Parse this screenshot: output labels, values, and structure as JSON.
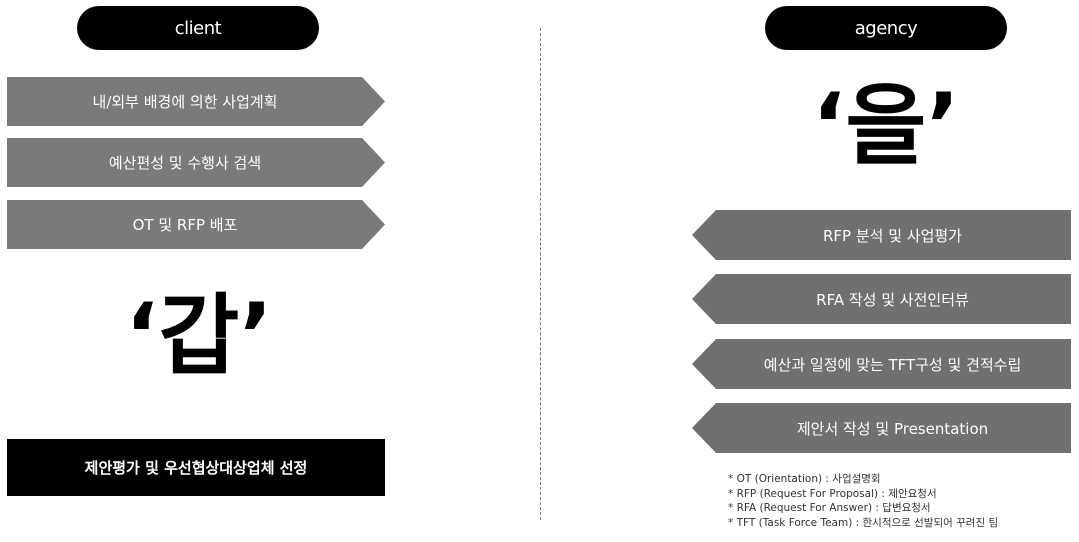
{
  "client": {
    "pill_label": "client",
    "arrows": [
      {
        "label": "내/외부 배경에 의한 사업계획"
      },
      {
        "label": "예산편성 및 수행사 검색"
      },
      {
        "label": "OT 및 RFP 배포"
      }
    ],
    "big_char": "‘갑’",
    "result_box": "제안평가 및 우선협상대상업체 선정"
  },
  "agency": {
    "pill_label": "agency",
    "big_char": "‘을’",
    "arrows": [
      {
        "label": "RFP 분석 및 사업평가"
      },
      {
        "label": "RFA 작성 및 사전인터뷰"
      },
      {
        "label": "예산과 일정에 맞는 TFT구성 및 견적수립"
      },
      {
        "label": "제안서 작성 및 Presentation"
      }
    ]
  },
  "notes": [
    "* OT (Orientation) : 사업설명회",
    "* RFP (Request For Proposal) : 제안요청서",
    "* RFA (Request For Answer) : 답변요청서",
    "* TFT (Task Force Team) : 한시적으로 선발되어 꾸려진 팀"
  ],
  "colors": {
    "pill": "#000000",
    "arrow_left_side": "#7a7a7a",
    "arrow_right_side": "#707070",
    "result_box": "#000000"
  }
}
